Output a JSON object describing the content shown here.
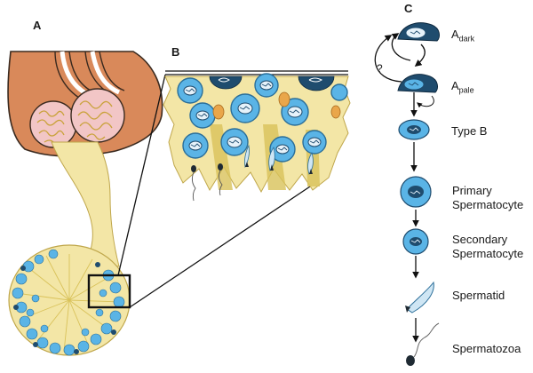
{
  "panels": {
    "a": "A",
    "b": "B",
    "c": "C"
  },
  "cycle_unknown_mark": "?",
  "stages": {
    "a_dark": {
      "base": "A",
      "sub": "dark"
    },
    "a_pale": {
      "base": "A",
      "sub": "pale"
    },
    "type_b": "Type B",
    "primary": [
      "Primary",
      "Spermatocyte"
    ],
    "secondary": [
      "Secondary",
      "Spermatocyte"
    ],
    "spermatid": "Spermatid",
    "spermatozoa": "Spermatozoa"
  },
  "colors": {
    "testis_skin": "#d9895a",
    "testis_outline": "#3a2a1f",
    "tubule_pink": "#f2c6c6",
    "tubule_coil": "#c9a23a",
    "epididymis_yellow": "#f3e6a6",
    "epididymis_dark": "#d9c25a",
    "cell_blue": "#5ab4e6",
    "cell_dark": "#1f4c6e",
    "cell_orange": "#e9a64a",
    "line": "#111111"
  }
}
